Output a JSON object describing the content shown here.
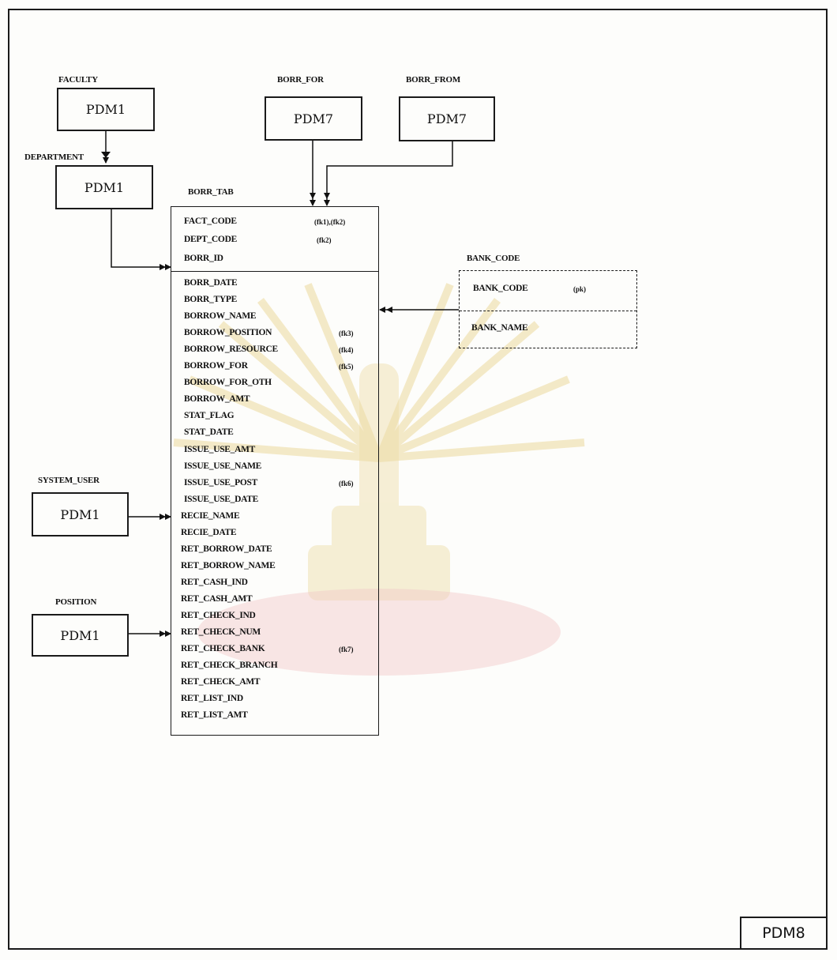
{
  "entities": {
    "faculty": {
      "label": "FACULTY",
      "box": "PDM1"
    },
    "department": {
      "label": "DEPARTMENT",
      "box": "PDM1"
    },
    "borr_for": {
      "label": "BORR_FOR",
      "box": "PDM7"
    },
    "borr_from": {
      "label": "BORR_FROM",
      "box": "PDM7"
    },
    "system_user": {
      "label": "SYSTEM_USER",
      "box": "PDM1"
    },
    "position": {
      "label": "POSITION",
      "box": "PDM1"
    }
  },
  "borr_tab": {
    "title": "BORR_TAB",
    "key_fields": [
      {
        "name": "FACT_CODE",
        "key": "(fk1),(fk2)"
      },
      {
        "name": "DEPT_CODE",
        "key": "(fk2)"
      },
      {
        "name": "BORR_ID",
        "key": ""
      }
    ],
    "fields": [
      {
        "name": "BORR_DATE",
        "key": ""
      },
      {
        "name": "BORR_TYPE",
        "key": ""
      },
      {
        "name": "BORROW_NAME",
        "key": ""
      },
      {
        "name": "BORROW_POSITION",
        "key": "(fk3)"
      },
      {
        "name": "BORROW_RESOURCE",
        "key": "(fk4)"
      },
      {
        "name": "BORROW_FOR",
        "key": "(fk5)"
      },
      {
        "name": "BORROW_FOR_OTH",
        "key": ""
      },
      {
        "name": "BORROW_AMT",
        "key": ""
      },
      {
        "name": "STAT_FLAG",
        "key": ""
      },
      {
        "name": "STAT_DATE",
        "key": ""
      },
      {
        "name": "ISSUE_USE_AMT",
        "key": ""
      },
      {
        "name": "ISSUE_USE_NAME",
        "key": ""
      },
      {
        "name": "ISSUE_USE_POST",
        "key": "(fk6)"
      },
      {
        "name": "ISSUE_USE_DATE",
        "key": ""
      },
      {
        "name": "RECIE_NAME",
        "key": ""
      },
      {
        "name": "RECIE_DATE",
        "key": ""
      },
      {
        "name": "RET_BORROW_DATE",
        "key": ""
      },
      {
        "name": "RET_BORROW_NAME",
        "key": ""
      },
      {
        "name": "RET_CASH_IND",
        "key": ""
      },
      {
        "name": "RET_CASH_AMT",
        "key": ""
      },
      {
        "name": "RET_CHECK_IND",
        "key": ""
      },
      {
        "name": "RET_CHECK_NUM",
        "key": ""
      },
      {
        "name": "RET_CHECK_BANK",
        "key": "(fk7)"
      },
      {
        "name": "RET_CHECK_BRANCH",
        "key": ""
      },
      {
        "name": "RET_CHECK_AMT",
        "key": ""
      },
      {
        "name": "RET_LIST_IND",
        "key": ""
      },
      {
        "name": "RET_LIST_AMT",
        "key": ""
      }
    ]
  },
  "bank_code": {
    "title": "BANK_CODE",
    "pk_field": "BANK_CODE",
    "pk_label": "(pk)",
    "field": "BANK_NAME"
  },
  "page_label": "PDM8"
}
